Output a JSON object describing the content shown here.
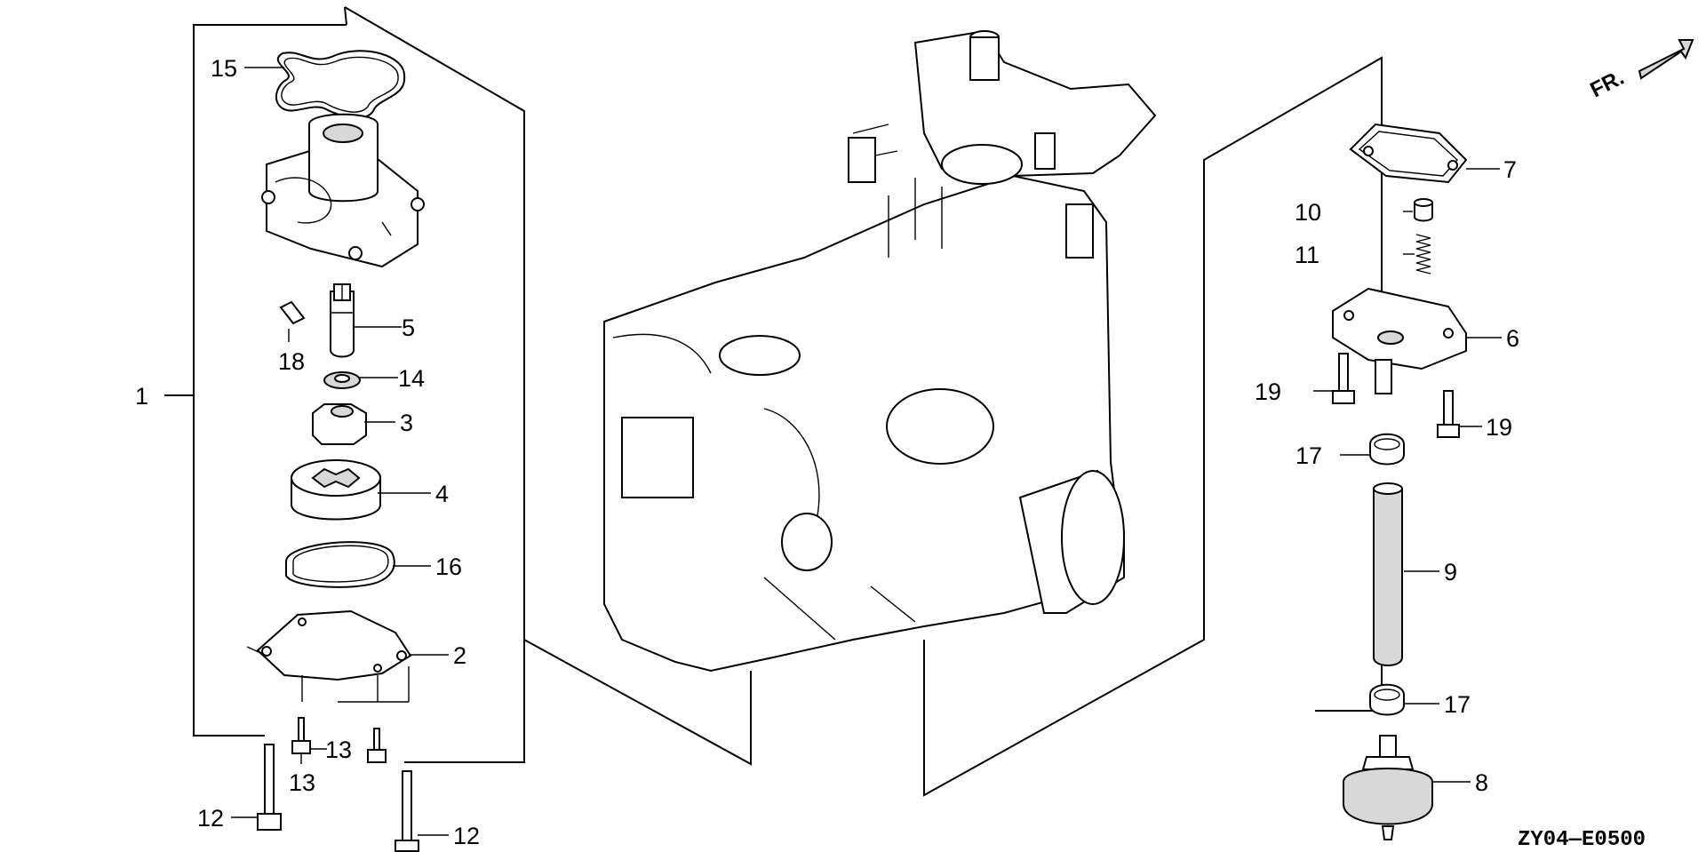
{
  "diagram": {
    "code": "ZY04—E0500",
    "front_marker": "FR.",
    "callouts": {
      "c1": "1",
      "c2": "2",
      "c3": "3",
      "c4": "4",
      "c5": "5",
      "c6": "6",
      "c7": "7",
      "c8": "8",
      "c9": "9",
      "c10": "10",
      "c11": "11",
      "c12a": "12",
      "c12b": "12",
      "c13a": "13",
      "c13b": "13",
      "c14": "14",
      "c15": "15",
      "c16": "16",
      "c17a": "17",
      "c17b": "17",
      "c18": "18",
      "c19a": "19",
      "c19b": "19"
    }
  }
}
